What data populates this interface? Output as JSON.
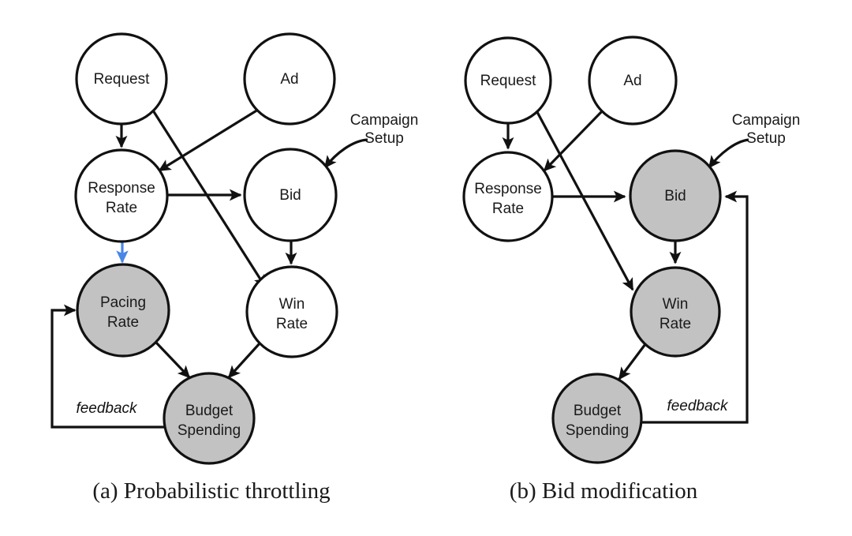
{
  "figure": {
    "background_color": "#ffffff",
    "node_fill_white": "#ffffff",
    "node_fill_gray": "#c2c2c2",
    "edge_color": "#111111",
    "highlight_edge_color": "#4a86e8",
    "panels": [
      {
        "id": "panel-a",
        "caption": "(a) Probabilistic throttling",
        "annotation": {
          "line1": "Campaign",
          "line2": "Setup"
        },
        "feedback_label": "feedback",
        "nodes": [
          {
            "id": "request",
            "label_line1": "Request",
            "label_line2": "",
            "shaded": false
          },
          {
            "id": "ad",
            "label_line1": "Ad",
            "label_line2": "",
            "shaded": false
          },
          {
            "id": "response",
            "label_line1": "Response",
            "label_line2": "Rate",
            "shaded": false
          },
          {
            "id": "bid",
            "label_line1": "Bid",
            "label_line2": "",
            "shaded": false
          },
          {
            "id": "pacing",
            "label_line1": "Pacing",
            "label_line2": "Rate",
            "shaded": true
          },
          {
            "id": "win",
            "label_line1": "Win",
            "label_line2": "Rate",
            "shaded": false
          },
          {
            "id": "budget",
            "label_line1": "Budget",
            "label_line2": "Spending",
            "shaded": true
          }
        ],
        "edges": [
          {
            "from": "request",
            "to": "response"
          },
          {
            "from": "request",
            "to": "win"
          },
          {
            "from": "ad",
            "to": "response"
          },
          {
            "from": "response",
            "to": "bid"
          },
          {
            "from": "response",
            "to": "pacing",
            "highlight": true
          },
          {
            "from": "bid",
            "to": "win"
          },
          {
            "from": "pacing",
            "to": "budget"
          },
          {
            "from": "win",
            "to": "budget"
          },
          {
            "from": "budget",
            "to": "pacing",
            "label": "feedback"
          },
          {
            "from": "campaign-setup",
            "to": "bid"
          }
        ]
      },
      {
        "id": "panel-b",
        "caption": "(b) Bid modification",
        "annotation": {
          "line1": "Campaign",
          "line2": "Setup"
        },
        "feedback_label": "feedback",
        "nodes": [
          {
            "id": "request",
            "label_line1": "Request",
            "label_line2": "",
            "shaded": false
          },
          {
            "id": "ad",
            "label_line1": "Ad",
            "label_line2": "",
            "shaded": false
          },
          {
            "id": "response",
            "label_line1": "Response",
            "label_line2": "Rate",
            "shaded": false
          },
          {
            "id": "bid",
            "label_line1": "Bid",
            "label_line2": "",
            "shaded": true
          },
          {
            "id": "win",
            "label_line1": "Win",
            "label_line2": "Rate",
            "shaded": true
          },
          {
            "id": "budget",
            "label_line1": "Budget",
            "label_line2": "Spending",
            "shaded": true
          }
        ],
        "edges": [
          {
            "from": "request",
            "to": "response"
          },
          {
            "from": "request",
            "to": "win"
          },
          {
            "from": "ad",
            "to": "response"
          },
          {
            "from": "response",
            "to": "bid"
          },
          {
            "from": "bid",
            "to": "win"
          },
          {
            "from": "win",
            "to": "budget"
          },
          {
            "from": "budget",
            "to": "bid",
            "label": "feedback"
          },
          {
            "from": "campaign-setup",
            "to": "bid"
          }
        ]
      }
    ]
  }
}
